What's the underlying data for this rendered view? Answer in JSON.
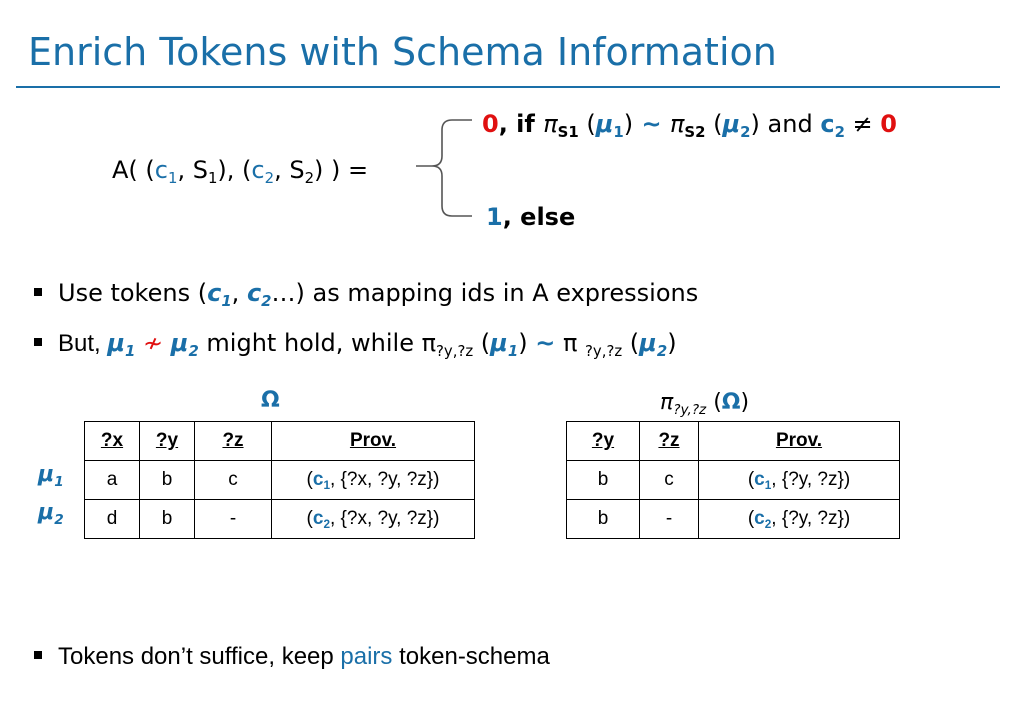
{
  "title": "Enrich Tokens with Schema Information",
  "formula": {
    "lhs_prefix": "A(  (",
    "c1": "c",
    "c1_sub": "1",
    "lhs_mid": ", S",
    "s1_sub": "1",
    "lhs_sep": "), (",
    "c2": "c",
    "c2_sub": "2",
    "lhs_mid2": ", S",
    "s2_sub": "2",
    "lhs_end": ") ) =",
    "case1": {
      "zero": "0",
      "if": ", if ",
      "pi": "π",
      "s1": "S1",
      "mu1": "μ",
      "mu1_sub": "1",
      "sim": " ~ ",
      "s2": "S2",
      "mu2": "μ",
      "mu2_sub": "2",
      "and": " and ",
      "c": "c",
      "c_sub": "2",
      "neq": " ≠ ",
      "zero2": "0"
    },
    "case2": {
      "one": "1",
      "else": ", else"
    }
  },
  "bullets": [
    {
      "pre": "Use tokens (",
      "c1": "c",
      "c1_sub": "1",
      "comma": ", ",
      "c2": "c",
      "c2_sub": "2",
      "post": "…) as mapping ids in A expressions"
    },
    {
      "pre": "But, ",
      "mu1": "μ",
      "mu1_sub": "1",
      "nsim": " ≁ ",
      "mu2": "μ",
      "mu2_sub": "2",
      "mid": " might hold, while  π",
      "vars": "?y,?z",
      "open": " (",
      "close": ") ",
      "sim": "~",
      "pi2": " π ",
      "close2": ")"
    },
    {
      "pre": "Tokens don’t suffice, keep ",
      "pairs": "pairs",
      "post": " token-schema"
    }
  ],
  "omega": {
    "label": "Ω",
    "headers": [
      "?x",
      "?y",
      "?z",
      "Prov."
    ],
    "rows": [
      {
        "mu": "μ",
        "mu_sub": "1",
        "x": "a",
        "y": "b",
        "z": "c",
        "prov_open": "(",
        "prov_c": "c",
        "prov_sub": "1",
        "prov_rest": ", {?x, ?y, ?z})"
      },
      {
        "mu": "μ",
        "mu_sub": "2",
        "x": "d",
        "y": "b",
        "z": "-",
        "prov_open": "(",
        "prov_c": "c",
        "prov_sub": "2",
        "prov_rest": ", {?x, ?y, ?z})"
      }
    ]
  },
  "projection": {
    "label_pi": "π",
    "label_vars": "?y,?z",
    "label_open": " (",
    "label_omega": "Ω",
    "label_close": ")",
    "headers": [
      "?y",
      "?z",
      "Prov."
    ],
    "rows": [
      {
        "y": "b",
        "z": "c",
        "prov_open": "(",
        "prov_c": "c",
        "prov_sub": "1",
        "prov_rest": ", {?y, ?z})"
      },
      {
        "y": "b",
        "z": "-",
        "prov_open": "(",
        "prov_c": "c",
        "prov_sub": "2",
        "prov_rest": ", {?y, ?z})"
      }
    ]
  },
  "colors": {
    "accent": "#1a6fa8",
    "red": "#e01010"
  }
}
